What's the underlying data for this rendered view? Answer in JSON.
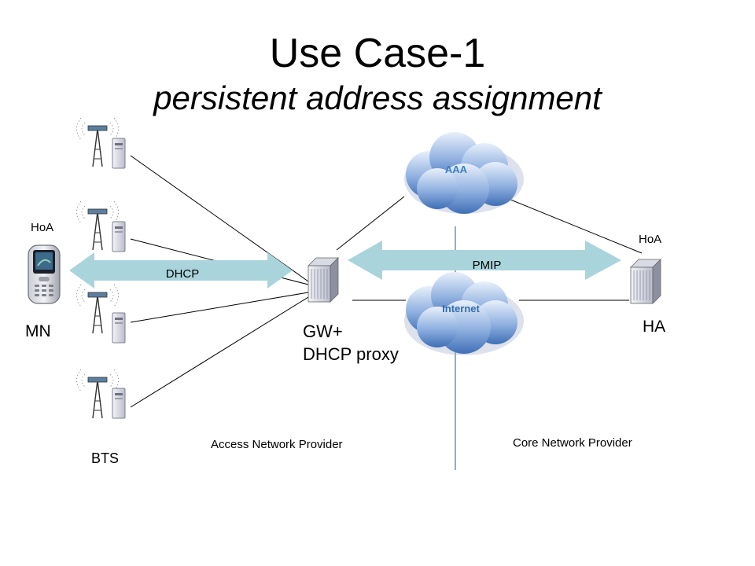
{
  "title": "Use Case-1",
  "subtitle": "persistent address assignment",
  "nodes": {
    "mn": "MN",
    "mn_hoa": "HoA",
    "bts": "BTS",
    "gw_line1": "GW+",
    "gw_line2": "DHCP proxy",
    "ha": "HA",
    "ha_hoa": "HoA",
    "aaa": "AAA",
    "internet": "Internet"
  },
  "links": {
    "dhcp": "DHCP",
    "pmip": "PMIP"
  },
  "regions": {
    "access": "Access Network Provider",
    "core": "Core Network Provider"
  },
  "colors": {
    "arrow": "#a9d4dc",
    "cloud": "#5b86c3",
    "divider": "#3a7f9f",
    "cloud_text_aaa": "#3b7fc4",
    "cloud_text_internet": "#2f6db0"
  }
}
